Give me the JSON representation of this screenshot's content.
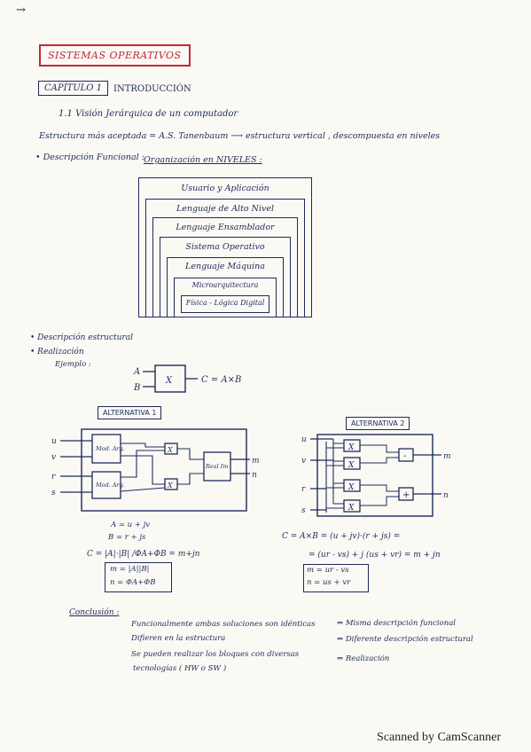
{
  "header": {
    "arrow_mark": "→",
    "title": "SISTEMAS OPERATIVOS",
    "chapter": "CAPÍTULO 1",
    "chapter_title": "INTRODUCCIÓN",
    "section": "1.1  Visión Jerárquica de un computador",
    "structure_line": "Estructura más aceptada = A.S. Tanenbaum ⟶ estructura vertical , descompuesta en niveles"
  },
  "functional": {
    "label": "• Descripción Funcional :",
    "org_label": "Organización en NIVELES :",
    "levels": [
      "Usuario y Aplicación",
      "Lenguaje de Alto Nivel",
      "Lenguaje Ensamblador",
      "Sistema Operativo",
      "Lenguaje Máquina",
      "Microarquitectura",
      "Física - Lógica Digital"
    ]
  },
  "structural": {
    "label": "• Descripción estructural",
    "realization": "• Realización",
    "example": "Ejemplo :",
    "example_inputs": [
      "A",
      "B"
    ],
    "example_block": "X",
    "example_output": "C = A×B"
  },
  "alt1": {
    "label": "ALTERNATIVA 1",
    "inputs": [
      "u",
      "v",
      "r",
      "s"
    ],
    "blocks": [
      "Mod. Arg.",
      "Mod. Arg.",
      "X",
      "X",
      "Real Im"
    ],
    "outputs": [
      "m",
      "n"
    ],
    "eq1": "A = u + jv",
    "eq2": "B = r + js",
    "eq3": "C = |A|·|B| /ΦA+ΦB = m+jn",
    "boxed1": "m = |A||B|",
    "boxed2": "n = ΦA+ΦB"
  },
  "alt2": {
    "label": "ALTERNATIVA 2",
    "inputs": [
      "u",
      "v",
      "r",
      "s"
    ],
    "blocks": [
      "X",
      "X",
      "X",
      "X",
      "-",
      "+"
    ],
    "outputs": [
      "m",
      "n"
    ],
    "eq1": "C = A×B = (u + jv)·(r + js) =",
    "eq2": "= (ur - vs) + j (us + vr) = m + jn",
    "boxed1": "m = ur - vs",
    "boxed2": "n = us + vr"
  },
  "conclusion": {
    "label": "Conclusión :",
    "lines": [
      {
        "left": "Funcionalmente ambas soluciones son idénticas",
        "right": "⇒ Misma descripción funcional"
      },
      {
        "left": "Difieren en la estructura",
        "right": "⇒ Diferente descripción estructural"
      },
      {
        "left": "Se pueden realizar los bloques con diversas",
        "right": "⇒ Realización"
      },
      {
        "left": "tecnologías ( HW o SW )",
        "right": ""
      }
    ]
  },
  "footer": "Scanned by CamScanner"
}
